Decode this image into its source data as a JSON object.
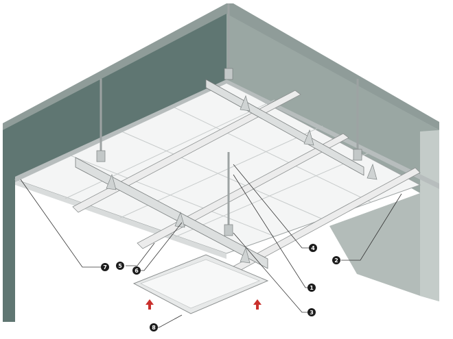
{
  "colors": {
    "background": "#ffffff",
    "wall_left": "#5f7672",
    "wall_back": "#9aa7a3",
    "wall_right": "#a9b4b0",
    "ceiling_top": "#8f9c99",
    "ceiling_panel": "#f4f5f5",
    "rail": "#ececec",
    "rail_edge": "#8b8f8f",
    "rod": "#bfc4c4",
    "leader": "#333333",
    "callout": "#1c1c1c",
    "callout_text": "#ffffff",
    "arrow": "#c9302c"
  },
  "callouts": [
    {
      "id": "1",
      "label": "1"
    },
    {
      "id": "2",
      "label": "2"
    },
    {
      "id": "3",
      "label": "3"
    },
    {
      "id": "4",
      "label": "4"
    },
    {
      "id": "5",
      "label": "5"
    },
    {
      "id": "6",
      "label": "6"
    },
    {
      "id": "7",
      "label": "7"
    },
    {
      "id": "8",
      "label": "8"
    }
  ],
  "icons": {
    "install_arrow": "upward-arrow-icon"
  }
}
